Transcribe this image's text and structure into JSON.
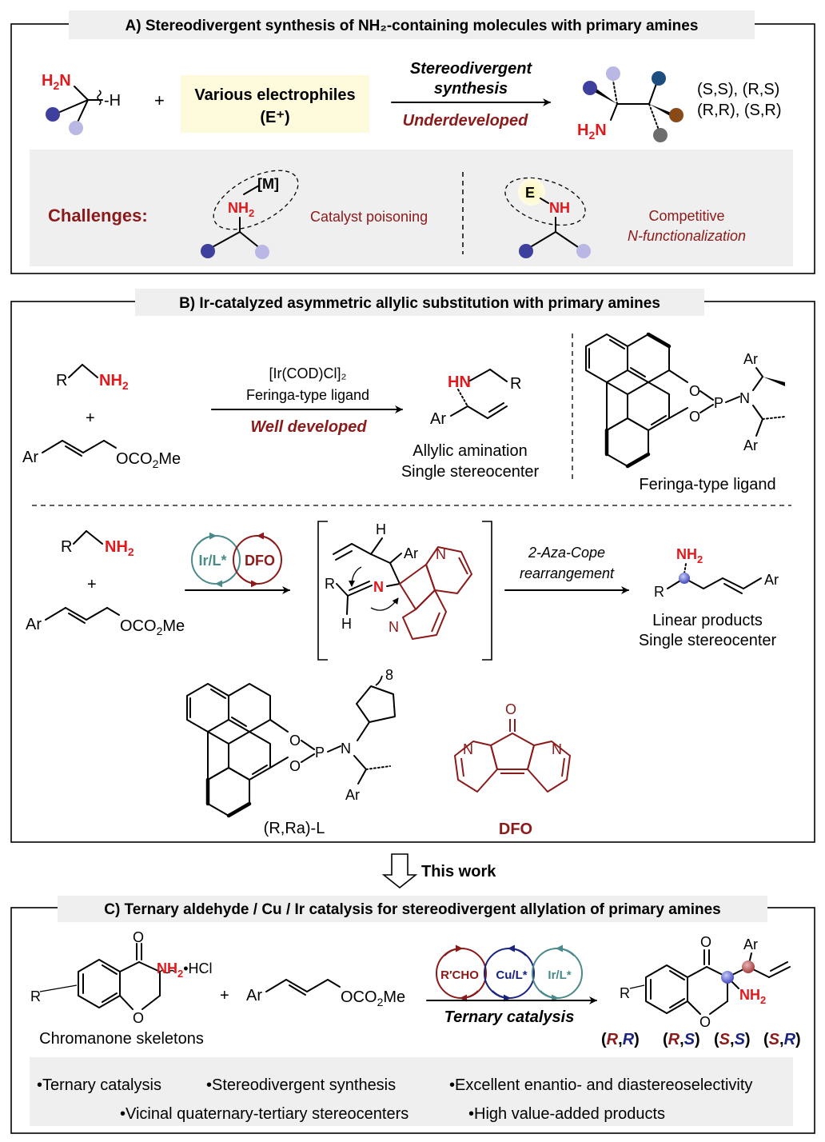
{
  "panelA": {
    "header": "A) Stereodivergent synthesis of NH₂-containing molecules with primary amines",
    "plus": "+",
    "electrophiles_line1": "Various electrophiles",
    "electrophiles_line2": "(E⁺)",
    "arrow_top_line1": "Stereodivergent",
    "arrow_top_line2": "synthesis",
    "arrow_bottom": "Underdeveloped",
    "stereo_line1": "(S,S), (R,S)",
    "stereo_line2": "(R,R), (S,R)",
    "challenges_label": "Challenges:",
    "metal_label": "[M]",
    "electrophile_label": "E",
    "challenge1": "Catalyst poisoning",
    "challenge2_line1": "Competitive",
    "challenge2_line2": "N-functionalization"
  },
  "panelB": {
    "header": "B) Ir-catalyzed asymmetric allylic substitution with primary amines",
    "reagent_line1": "[Ir(COD)Cl]₂",
    "reagent_line2": "Feringa-type ligand",
    "arrow_bottom": "Well developed",
    "product_line1": "Allylic amination",
    "product_line2": "Single stereocenter",
    "ligand_label": "Feringa-type ligand",
    "cat1": "Ir/L*",
    "cat2": "DFO",
    "rearr_line1": "2-Aza-Cope",
    "rearr_line2": "rearrangement",
    "linear_line1": "Linear products",
    "linear_line2": "Single stereocenter",
    "ligand2_label": "(R,Ra)-L",
    "dfo_label": "DFO",
    "ring_size": "8"
  },
  "arrow_label": "This work",
  "panelC": {
    "header": "C) Ternary aldehyde / Cu / Ir catalysis for stereodivergent allylation of primary amines",
    "amine_salt": "NH₂•HCl",
    "skeleton_label": "Chromanone skeletons",
    "plus": "+",
    "cat1": "R′CHO",
    "cat2": "Cu/L*",
    "cat3": "Ir/L*",
    "arrow_bottom": "Ternary catalysis",
    "isomers": [
      "(R,R)",
      "(R,S)",
      "(S,S)",
      "(S,R)"
    ],
    "features": [
      "•Ternary catalysis",
      "•Stereodivergent synthesis",
      "•Excellent enantio- and diastereoselectivity",
      "•Vicinal quaternary-tertiary stereocenters",
      "•High value-added products"
    ]
  },
  "colors": {
    "amine_red": "#e0191d",
    "dark_red": "#8b1a1a",
    "navy": "#1a237e",
    "teal": "#4b8a8a",
    "highlight_yellow": "#fefbdc",
    "panel_gray": "#efefef"
  },
  "icons": [
    "down-arrow-icon",
    "circular-arrow-icon"
  ]
}
